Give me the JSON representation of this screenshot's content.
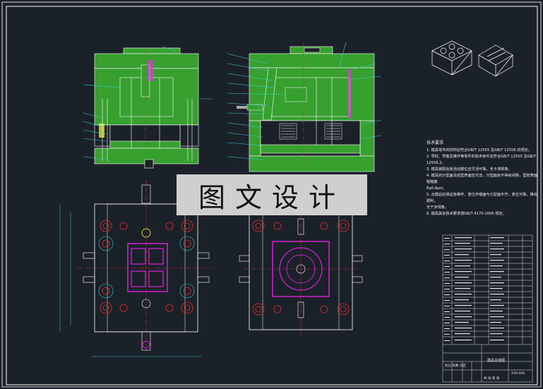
{
  "watermark": "图文设计",
  "tech_notes": {
    "title": "技术要求",
    "items": [
      "1. 模具零件的材料应符合GB/T 12555 及GB/T 12556 的规定。",
      "2. 导柱、导套及推杆等零件的技术条件应符合GB/T 12555 及GB/T 12556.2。",
      "3. 模具装配后各活动部位应灵活可靠，无卡滞现象。",
      "4. 模具的分型面及成型表面应光洁，分型面处不得有间隙，型腔表面粗糙度",
      "   Ra0.4μm。",
      "5. 合模后应保证各推杆、复位杆端面与分型面平齐，复位可靠，推出顺利，",
      "   无干涉现象。",
      "6. 模具其余技术要求按GB/T 4170-2006 规定。"
    ]
  },
  "title_block": {
    "title_text": "模具总装图",
    "drawing_no": "XXX-000",
    "bottom_left": "标记 处数 分区",
    "bottom_right": "共 张 第 张"
  },
  "colors": {
    "background": "#1b2129",
    "plate_fill": "#37a02f",
    "outline": "#ffffff",
    "magenta": "#ff22ff",
    "cyan_leader": "#35d0e0",
    "red_centerline": "#e03030",
    "yellow": "#ffff40",
    "grey_block": "#aaaaaa"
  }
}
